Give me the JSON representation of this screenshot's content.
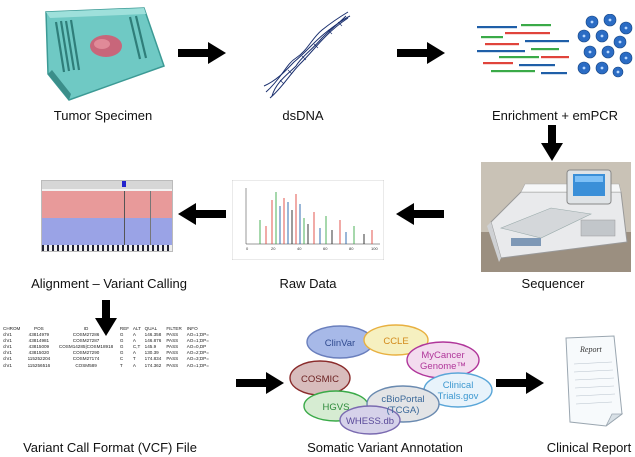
{
  "colors": {
    "arrow": "#000000",
    "enrich_red": "#e0443c",
    "enrich_green": "#3aaa48",
    "enrich_blue": "#1f5fa8",
    "bead_blue": "#2b6cc4",
    "align_red": "#e89a9a",
    "align_blue": "#9aa3e6"
  },
  "steps": {
    "tumor": "Tumor Specimen",
    "dsdna": "dsDNA",
    "enrich": "Enrichment + emPCR",
    "sequencer": "Sequencer",
    "rawdata": "Raw Data",
    "alignment": "Alignment – Variant Calling",
    "vcf": "Variant Call Format (VCF) File",
    "annotation": "Somatic Variant Annotation",
    "report": "Clinical Report"
  },
  "vcf_table": {
    "headers": [
      "CHROM",
      "POS",
      "ID",
      "REF",
      "ALT",
      "QUAL",
      "FILTER",
      "INFO"
    ],
    "rows": [
      [
        "chr1",
        "43814979",
        "COSM27286",
        "G",
        "A",
        "146.358",
        "PASS",
        "AO=1;DP="
      ],
      [
        "chr1",
        "43814981",
        "COSM27287",
        "G",
        "A",
        "146.876",
        "PASS",
        "AO=1;DP="
      ],
      [
        "chr1",
        "43815009",
        "COSM14285|COSM18918",
        "G",
        "C,T",
        "145.9",
        "PASS",
        "AO=0,DP"
      ],
      [
        "chr1",
        "43815020",
        "COSM27290",
        "G",
        "A",
        "130.39",
        "PASS",
        "AO=2;DP="
      ],
      [
        "chr1",
        "115252204",
        "COSM27174",
        "C",
        "T",
        "174.834",
        "PASS",
        "AO=3;DP="
      ],
      [
        "chr1",
        "115256516",
        "COSM589",
        "T",
        "A",
        "174.362",
        "PASS",
        "AO=1;DP="
      ]
    ]
  },
  "annotation_sources": {
    "clinvar": "ClinVar",
    "ccle": "CCLE",
    "mycancer_1": "MyCancer",
    "mycancer_2": "Genome™",
    "cosmic": "COSMIC",
    "clinicaltrials_1": "Clinical",
    "clinicaltrials_2": "Trials.gov",
    "hgvs": "HGVS",
    "cbioportal_1": "cBioPortal",
    "cbioportal_2": "(TCGA)",
    "whess": "WHESS.db"
  },
  "report_title": "Report",
  "rawdata_axis": {
    "x_ticks": [
      "0",
      "20",
      "40",
      "60",
      "80",
      "100"
    ]
  }
}
